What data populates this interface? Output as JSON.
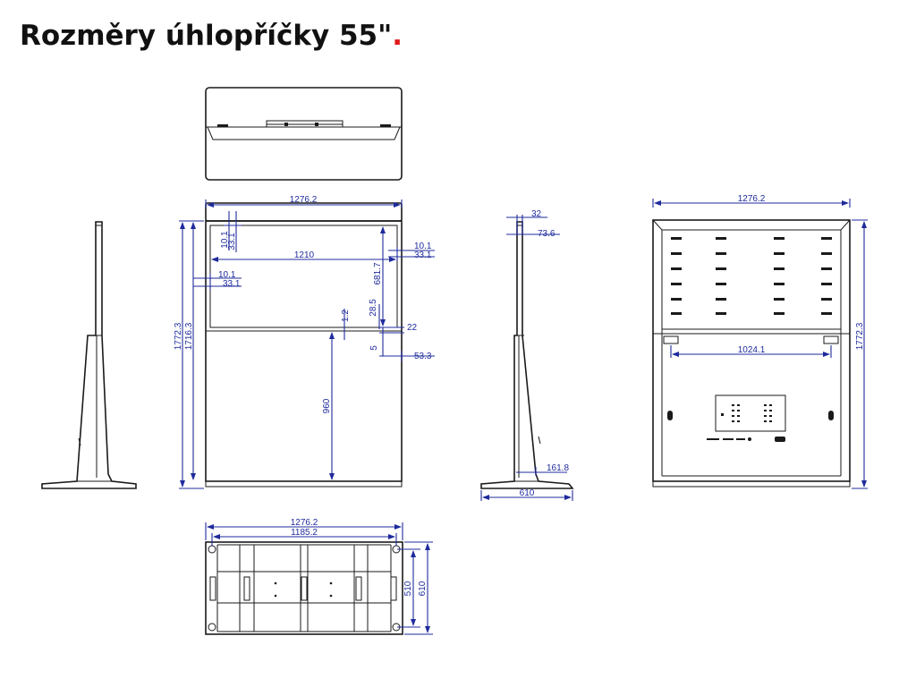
{
  "title": {
    "text": "Rozměry úhlopříčky 55\"",
    "dot": "."
  },
  "front_view": {
    "width": "1276.2",
    "screen_width": "1210",
    "total_height": "1772.3",
    "body_height": "1716.3",
    "screen_height": "681.7",
    "bottom_height": "960",
    "top_bezel_a": "10.1",
    "top_bezel_b": "33.1",
    "side_bezel_a": "10.1",
    "side_bezel_b": "33.1",
    "left_bezel_a": "10.1",
    "left_bezel_b": "33.1",
    "gap_a": "1.2",
    "gap_b": "28.5",
    "gap_c": "22",
    "gap_d": "5",
    "gap_e": "53.3"
  },
  "side_view": {
    "top_thickness": "32",
    "top_depth": "73.6",
    "base_height": "161.8",
    "base_depth": "610"
  },
  "back_view": {
    "width": "1276.2",
    "total_height": "1772.3",
    "mount_width": "1024.1"
  },
  "base_view": {
    "outer_width": "1276.2",
    "inner_width": "1185.2",
    "inner_depth": "510",
    "outer_depth": "610"
  },
  "colors": {
    "dimension": "#1f2b9c",
    "outline": "#1a1a1a",
    "accent_dot": "#e01b1b"
  }
}
